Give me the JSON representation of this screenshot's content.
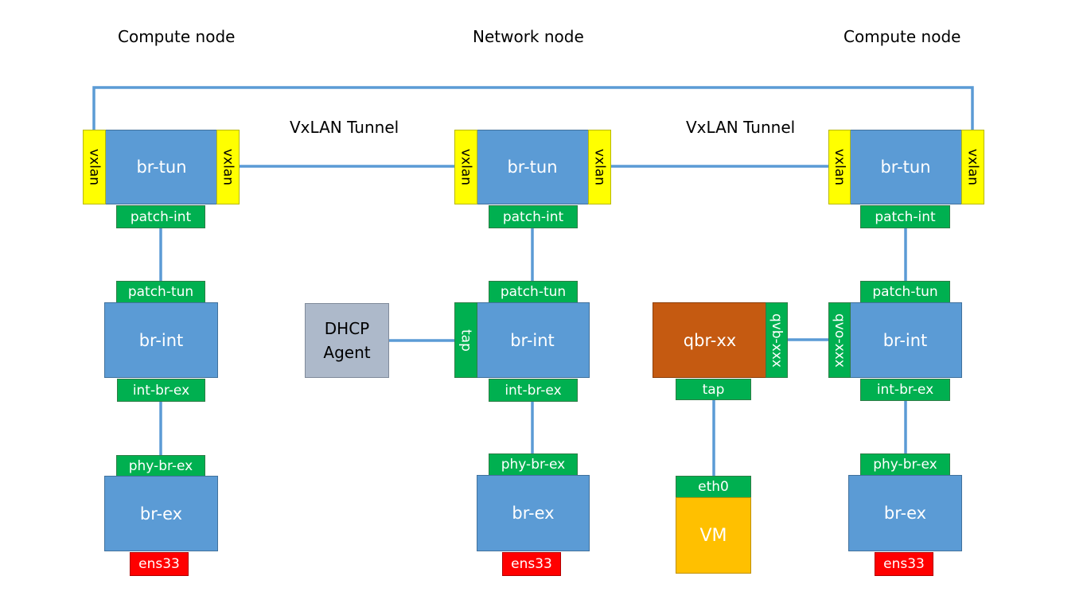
{
  "headings": {
    "left": "Compute node",
    "middle": "Network node",
    "right": "Compute node"
  },
  "tunnels": {
    "left": "VxLAN Tunnel",
    "right": "VxLAN Tunnel"
  },
  "bridges": {
    "tun": "br-tun",
    "int": "br-int",
    "ex": "br-ex",
    "qbr": "qbr-xx"
  },
  "ports": {
    "vxlan": "vxlan",
    "patch_int": "patch-int",
    "patch_tun": "patch-tun",
    "int_br_ex": "int-br-ex",
    "phy_br_ex": "phy-br-ex",
    "ens33": "ens33",
    "tap": "tap",
    "qvb": "qvb-xxx",
    "qvo": "qvo-xxx",
    "eth0": "eth0"
  },
  "dhcp": {
    "line1": "DHCP",
    "line2": "Agent"
  },
  "vm": "VM",
  "colors": {
    "bridge": "#5b9bd5",
    "port": "#00b050",
    "vxlan": "#ffff00",
    "ens33": "#ff0000",
    "dhcp_agent": "#adb9ca",
    "qbr": "#c55a11",
    "vm": "#ffc000",
    "link": "#5b9bd5"
  }
}
